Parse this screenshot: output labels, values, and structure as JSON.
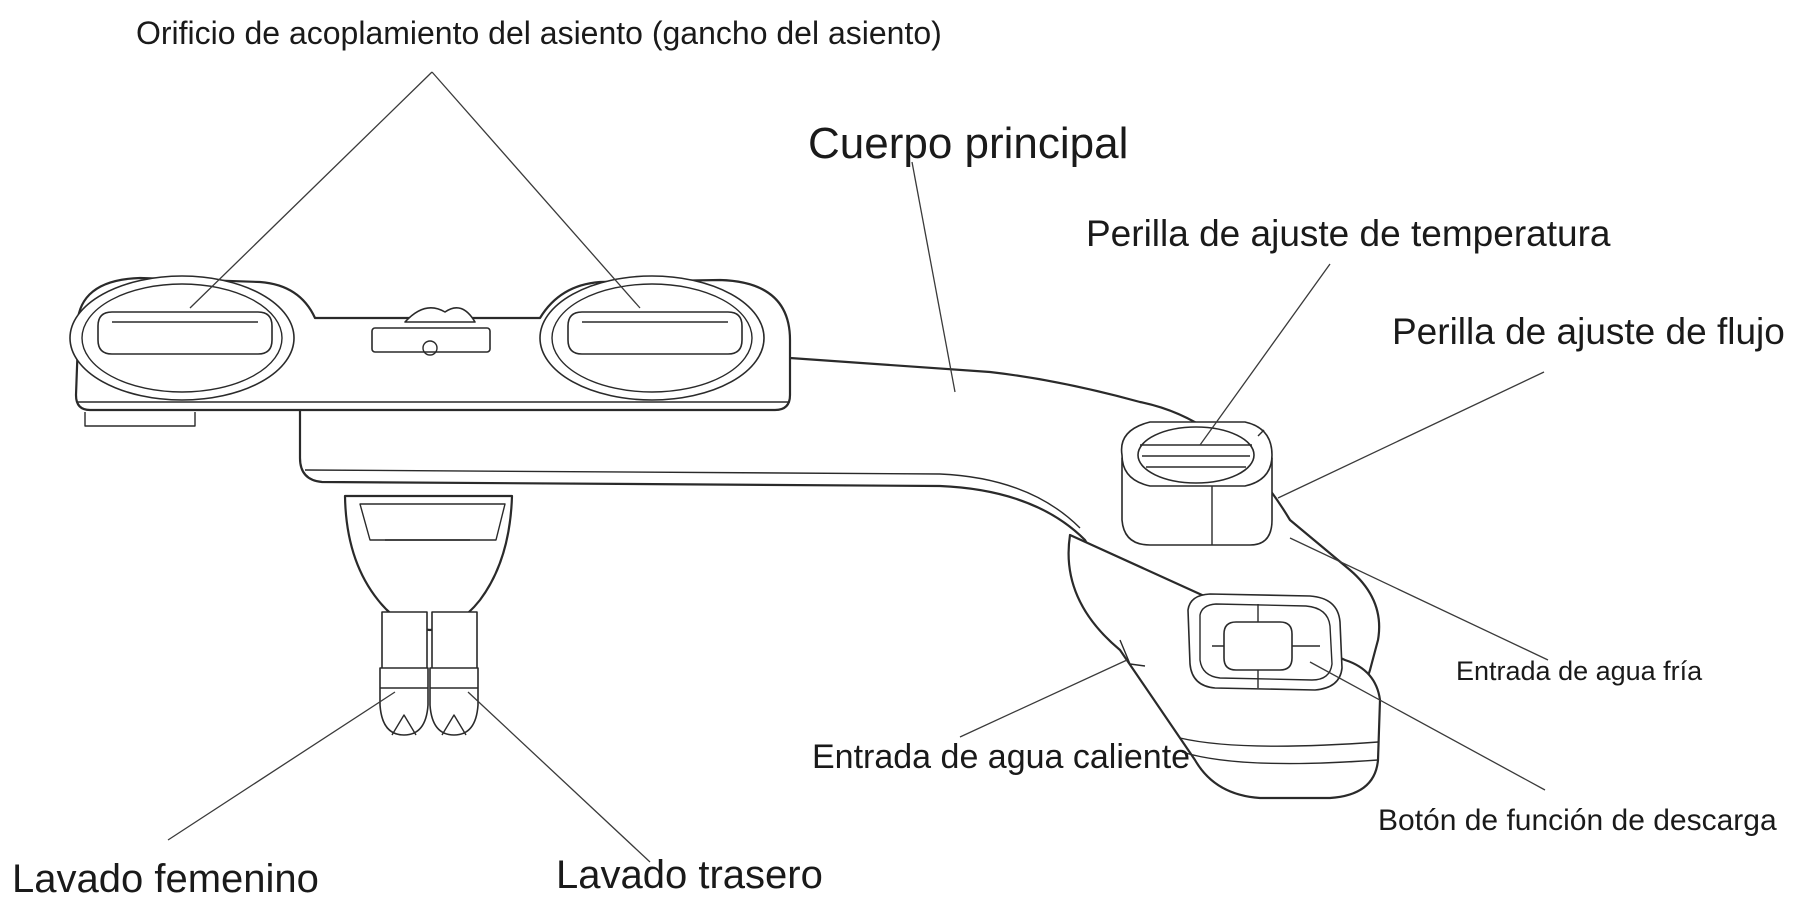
{
  "labels": {
    "seat_hook": "Orificio de acoplamiento del asiento (gancho del asiento)",
    "main_body": "Cuerpo principal",
    "temp_knob": "Perilla de ajuste de temperatura",
    "flow_knob": "Perilla de ajuste de flujo",
    "cold_inlet": "Entrada de agua fría",
    "hot_inlet": "Entrada de agua caliente",
    "flush_button": "Botón de función de descarga",
    "feminine_wash": "Lavado femenino",
    "rear_wash": "Lavado trasero"
  },
  "colors": {
    "line": "#2a2a2a",
    "text": "#1a1a1a",
    "background": "#ffffff"
  }
}
